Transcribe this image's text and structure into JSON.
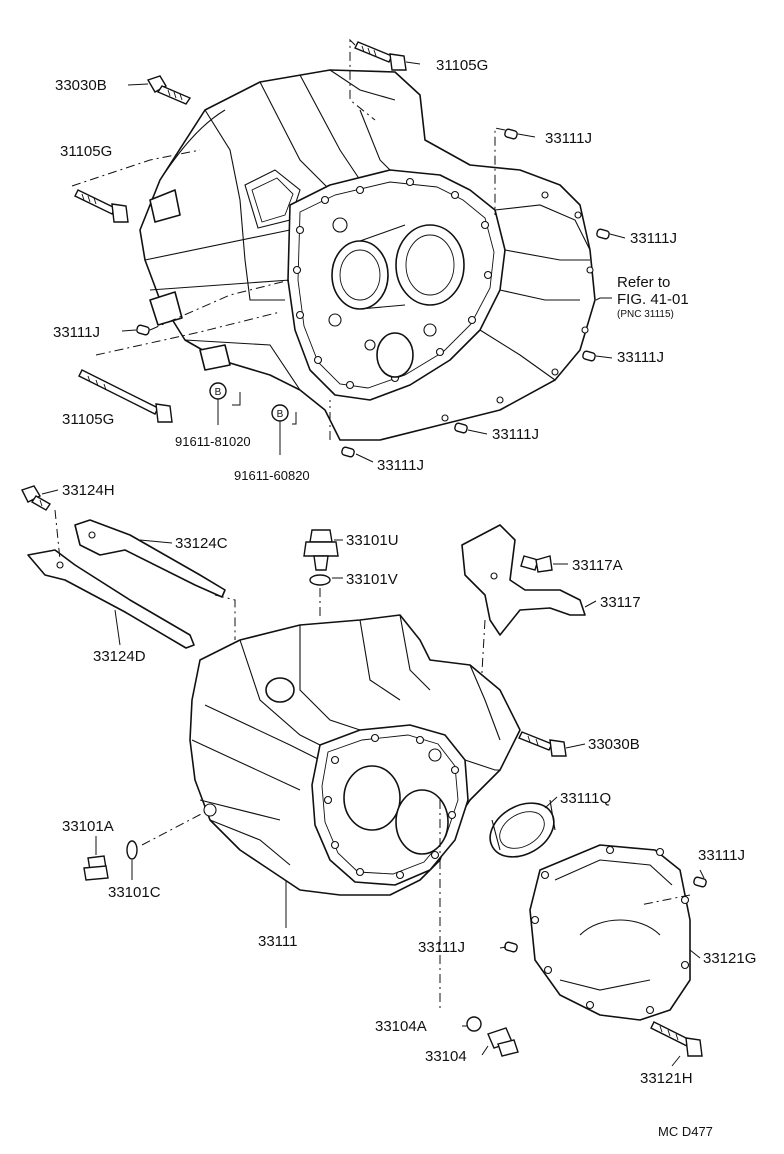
{
  "parts": {
    "p33030B_top": "33030B",
    "p31105G_top": "31105G",
    "p31105G_left": "31105G",
    "p33111J_a": "33111J",
    "p33111J_b": "33111J",
    "refer_1": "Refer to",
    "refer_2": "FIG. 41-01",
    "refer_3": "(PNC 31115)",
    "p33111J_c": "33111J",
    "p33111J_d": "33111J",
    "p31105G_low": "31105G",
    "p91611_81020": "91611-81020",
    "p91611_60820": "91611-60820",
    "p33111J_e": "33111J",
    "p33111J_f": "33111J",
    "p33124H": "33124H",
    "p33124C": "33124C",
    "p33124D": "33124D",
    "p33101U": "33101U",
    "p33101V": "33101V",
    "p33117A": "33117A",
    "p33117": "33117",
    "p33030B_low": "33030B",
    "p33111Q": "33111Q",
    "p33101A": "33101A",
    "p33101C": "33101C",
    "p33111J_g": "33111J",
    "p33111": "33111",
    "p33111J_h": "33111J",
    "p33121G": "33121G",
    "p33104A": "33104A",
    "p33104": "33104",
    "p33121H": "33121H",
    "footer": "MC  D477"
  },
  "markers": {
    "b1": "B",
    "b2": "B"
  }
}
